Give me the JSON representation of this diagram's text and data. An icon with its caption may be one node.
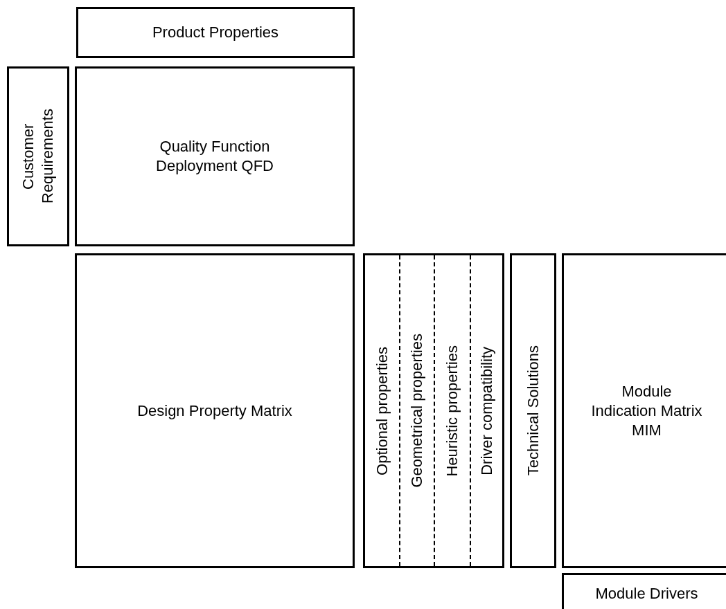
{
  "diagram": {
    "nodes": [
      {
        "text": [
          "Product Properties"
        ]
      },
      {
        "text": [
          "Customer Requirements"
        ]
      },
      {
        "text": [
          "Quality Function Deployment QFD"
        ]
      },
      {
        "text": [
          "Design Property Matrix"
        ]
      },
      {
        "text": [],
        "shape": "box"
      },
      {
        "text": [
          "Optional properties"
        ],
        "in": 4
      },
      {
        "text": [
          "Geometrical properties"
        ],
        "in": 4
      },
      {
        "text": [
          "Heuristic properties"
        ],
        "in": 4
      },
      {
        "text": [
          "Driver compatibility"
        ],
        "in": 4
      },
      {
        "text": [
          "Technical Solutions"
        ]
      },
      {
        "text": [
          "Module Indication Matrix MIM"
        ]
      },
      {
        "text": [
          "Module Drivers"
        ]
      }
    ]
  }
}
